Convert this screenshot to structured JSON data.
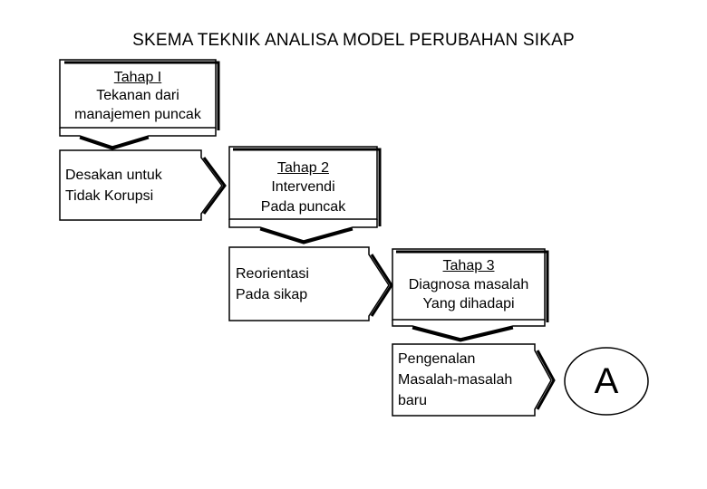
{
  "title": "SKEMA TEKNIK ANALISA MODEL PERUBAHAN SIKAP",
  "stage1": {
    "heading": "Tahap I",
    "line1": "Tekanan dari",
    "line2": "manajemen puncak"
  },
  "pressure": {
    "line1": "Desakan untuk",
    "line2": "Tidak Korupsi"
  },
  "stage2": {
    "heading": "Tahap 2",
    "line1": "Intervendi",
    "line2": "Pada puncak"
  },
  "reorientation": {
    "line1": "Reorientasi",
    "line2": "Pada sikap"
  },
  "stage3": {
    "heading": "Tahap 3",
    "line1": "Diagnosa masalah",
    "line2": "Yang dihadapi"
  },
  "recognition": {
    "line1": "Pengenalan",
    "line2": "Masalah-masalah",
    "line3": "baru"
  },
  "connector": {
    "label": "A"
  }
}
